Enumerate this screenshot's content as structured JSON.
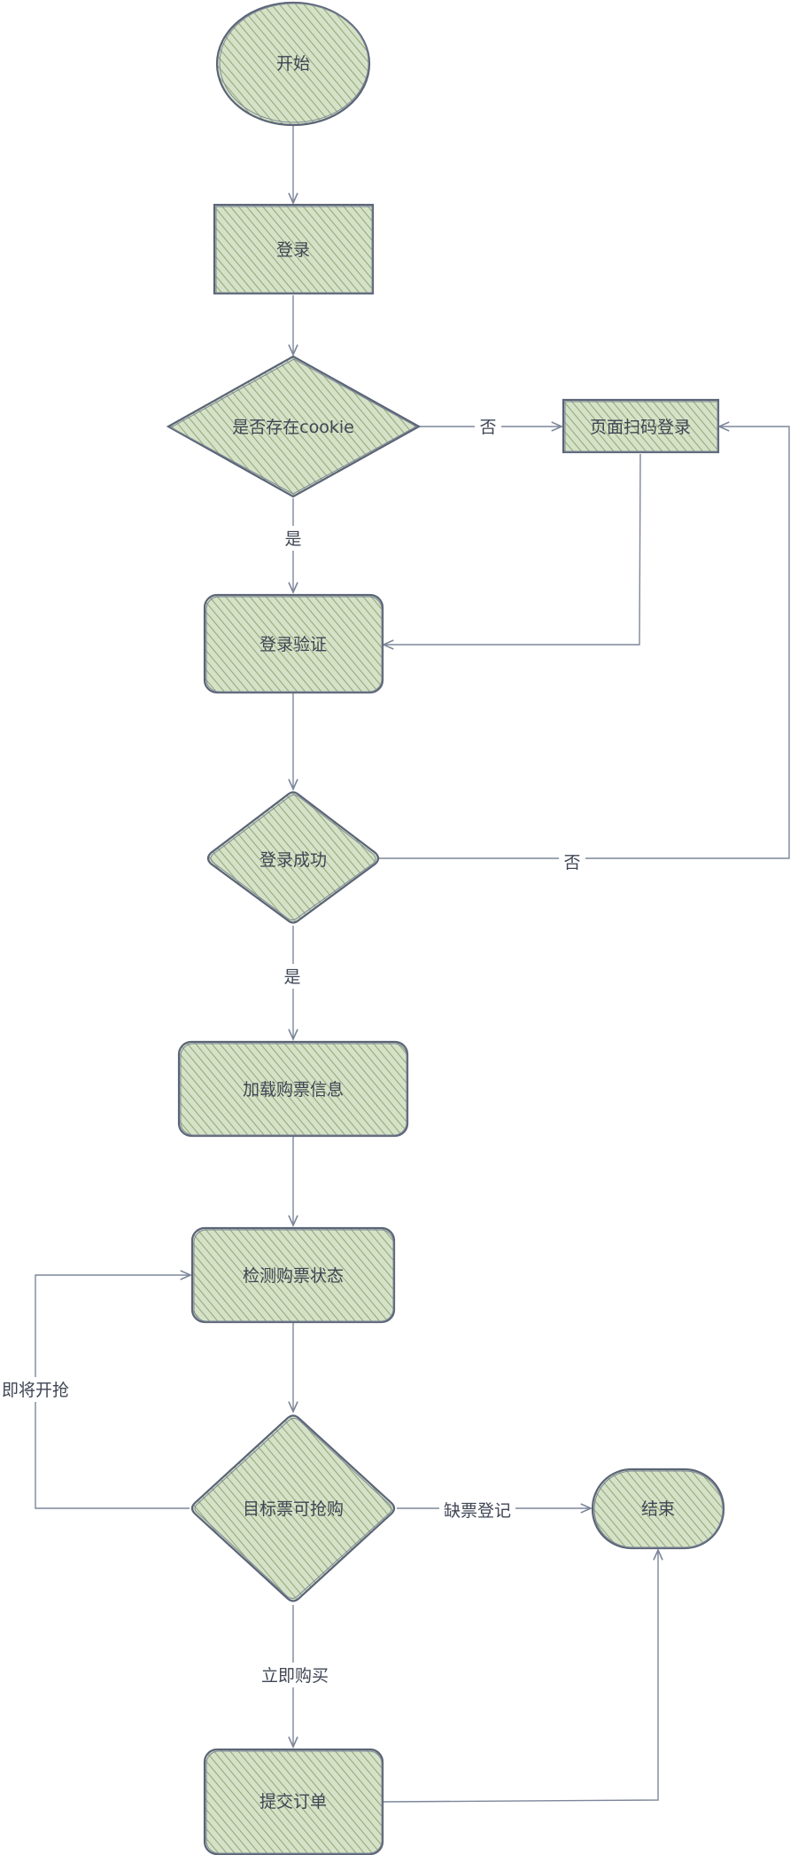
{
  "nodes": {
    "start": "开始",
    "login": "登录",
    "cookie_check": "是否存在cookie",
    "scan_login": "页面扫码登录",
    "login_verify": "登录验证",
    "login_success": "登录成功",
    "load_ticket_info": "加载购票信息",
    "check_ticket_status": "检测购票状态",
    "ticket_available": "目标票可抢购",
    "end": "结束",
    "submit_order": "提交订单"
  },
  "edge_labels": {
    "cookie_no": "否",
    "cookie_yes": "是",
    "success_no": "否",
    "success_yes": "是",
    "coming_soon": "即将开抢",
    "out_of_stock": "缺票登记",
    "buy_now": "立即购买"
  },
  "colors": {
    "fill": "#cfdcbf",
    "hatch": "#8fa877",
    "stroke": "#5b6577",
    "line": "#7d879a",
    "text": "#3f4654"
  }
}
